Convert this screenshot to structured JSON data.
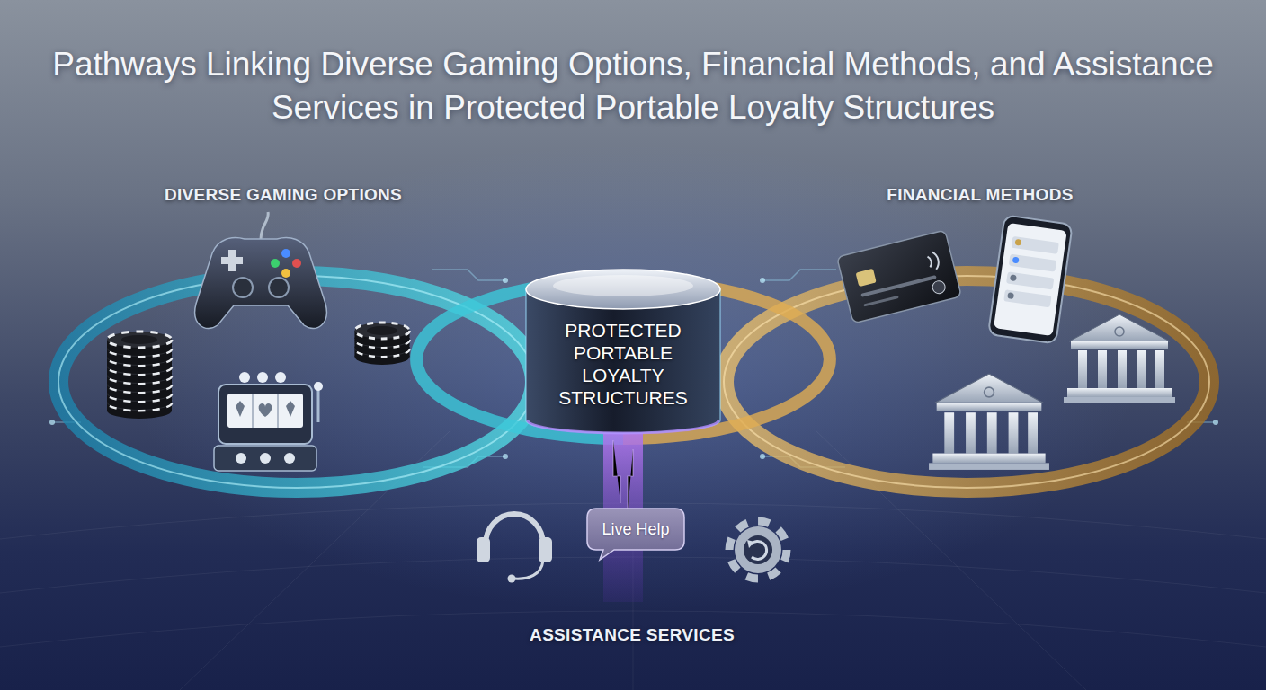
{
  "diagram": {
    "title": "Pathways Linking Diverse Gaming Options, Financial Methods, and Assistance Services in Protected Portable Loyalty Structures",
    "nodes": [
      {
        "text": [
          "DIVERSE GAMING OPTIONS"
        ]
      },
      {
        "text": [
          "FINANCIAL METHODS"
        ]
      },
      {
        "text": [
          "PROTECTED PORTABLE LOYALTY STRUCTURES"
        ]
      },
      {
        "text": [
          "ASSISTANCE SERVICES"
        ]
      },
      {
        "text": [
          "Live Help"
        ],
        "in": 3
      }
    ],
    "edges": [
      {
        "from": 0,
        "to": 2,
        "arrow": "none"
      },
      {
        "from": 1,
        "to": 2,
        "arrow": "none"
      },
      {
        "from": 3,
        "to": 2,
        "arrow": "none"
      }
    ]
  }
}
